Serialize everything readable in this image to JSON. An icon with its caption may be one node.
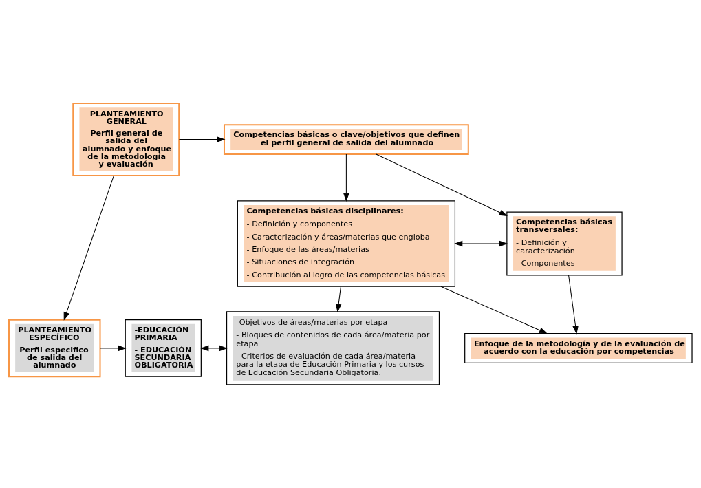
{
  "diagram": {
    "nodes": [
      {
        "text": [
          "PLANTEAMIENTO GENERAL",
          "Perfil general de salida del alumnado y enfoque de la metodología y evaluación"
        ]
      },
      {
        "text": [
          "Competencias básicas o clave/objetivos que definen el perfil general de salida del alumnado"
        ]
      },
      {
        "text": [
          "Competencias básicas transversales:",
          "- Definición y caracterización",
          "- Componentes"
        ]
      },
      {
        "text": [
          "Competencias básicas disciplinares:",
          "- Definición y componentes",
          "- Caracterización y áreas/materias que engloba",
          "- Enfoque de las áreas/materias",
          "- Situaciones de integración",
          "- Contribución al logro de las competencias básicas"
        ]
      },
      {
        "text": [
          "Enfoque de la metodología y de la evaluación de acuerdo con la educación por competencias"
        ]
      },
      {
        "text": [
          "PLANTEAMIENTO ESPECÍFICO",
          "Perfil especifico de salida del alumnado"
        ]
      },
      {
        "text": [
          "-EDUCACIÓN PRIMARIA",
          "- EDUCACIÓN SECUNDARIA OBLIGATORIA"
        ]
      },
      {
        "text": [
          "-Objetivos de áreas/materias por etapa",
          "- Bloques de contenidos de cada área/materia por etapa",
          "- Criterios de evaluación de cada área/materia para la etapa de Educación Primaria y los cursos de Educación Secundaria Obligatoria."
        ]
      }
    ],
    "edges": [
      {
        "from": 0,
        "to": 1,
        "arrow": "to"
      },
      {
        "from": 1,
        "to": 2,
        "arrow": "to"
      },
      {
        "from": 1,
        "to": 3,
        "arrow": "to"
      },
      {
        "from": 2,
        "to": 3,
        "arrow": "both"
      },
      {
        "from": 2,
        "to": 4,
        "arrow": "to"
      },
      {
        "from": 3,
        "to": 4,
        "arrow": "to"
      },
      {
        "from": 0,
        "to": 5,
        "arrow": "to"
      },
      {
        "from": 5,
        "to": 6,
        "arrow": "to"
      },
      {
        "from": 6,
        "to": 7,
        "arrow": "both"
      },
      {
        "from": 3,
        "to": 7,
        "arrow": "to"
      }
    ]
  }
}
